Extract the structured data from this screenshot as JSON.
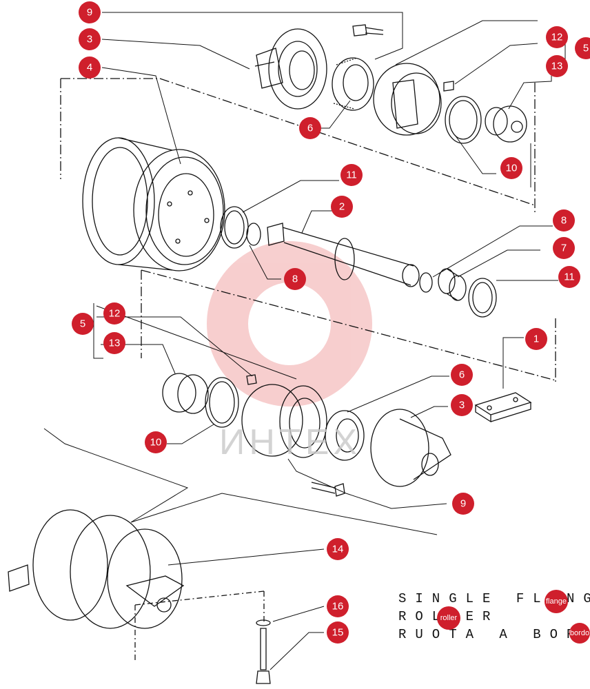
{
  "callouts": {
    "c9_top": "9",
    "c3_top": "3",
    "c12_top": "12",
    "c5_top": "5",
    "c13_top": "13",
    "c4": "4",
    "c6_top": "6",
    "c10_top": "10",
    "c11_top": "11",
    "c2": "2",
    "c8_right": "8",
    "c8_left": "8",
    "c7": "7",
    "c11_right": "11",
    "c1": "1",
    "c5_left": "5",
    "c12_left": "12",
    "c13_left": "13",
    "c6_mid": "6",
    "c3_mid": "3",
    "c10_left": "10",
    "c9_mid": "9",
    "c14": "14",
    "c16": "16",
    "c15": "15"
  },
  "caption": {
    "line1": "SINGLE FLANG",
    "line2": "ROLLER",
    "line3": "RUOTA A BOR"
  },
  "markers": {
    "flange": "flange",
    "roller": "roller",
    "bordo": "bordo"
  },
  "watermark": "ИНТЕХ",
  "colors": {
    "callout": "#cf1f2c",
    "line": "#111111",
    "watermark": "#e8a0a0"
  }
}
